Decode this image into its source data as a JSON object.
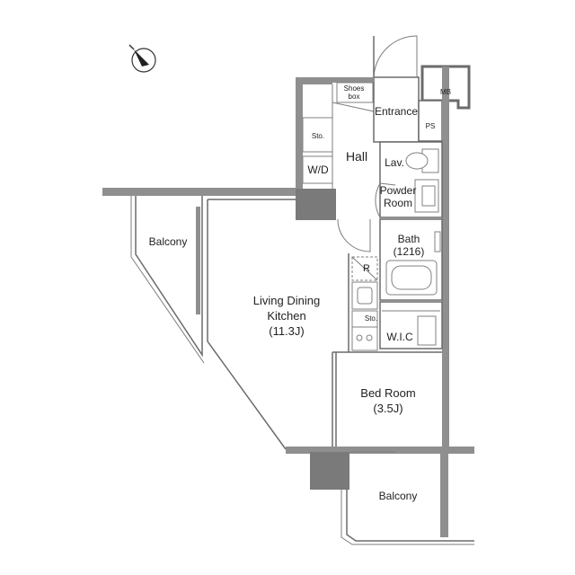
{
  "rooms": {
    "shoes_box_line1": "Shoes",
    "shoes_box_line2": "box",
    "entrance": "Entrance",
    "mb": "MB",
    "ps": "PS",
    "storage_hall": "Sto.",
    "hall": "Hall",
    "lavatory": "Lav.",
    "wd": "W/D",
    "powder_room_line1": "Powder",
    "powder_room_line2": "Room",
    "bath_line1": "Bath",
    "bath_line2": "(1216)",
    "balcony_west": "Balcony",
    "refrigerator": "R",
    "ldk_line1": "Living Dining",
    "ldk_line2": "Kitchen",
    "ldk_size": "(11.3J)",
    "storage_kitchen": "Sto.",
    "wic": "W.I.C",
    "bedroom_line1": "Bed Room",
    "bedroom_size": "(3.5J)",
    "balcony_south": "Balcony"
  },
  "compass": {
    "icon": "north-arrow-icon"
  },
  "colors": {
    "wall": "#8f8f8f",
    "line": "#6b6b6b",
    "text": "#222222"
  }
}
